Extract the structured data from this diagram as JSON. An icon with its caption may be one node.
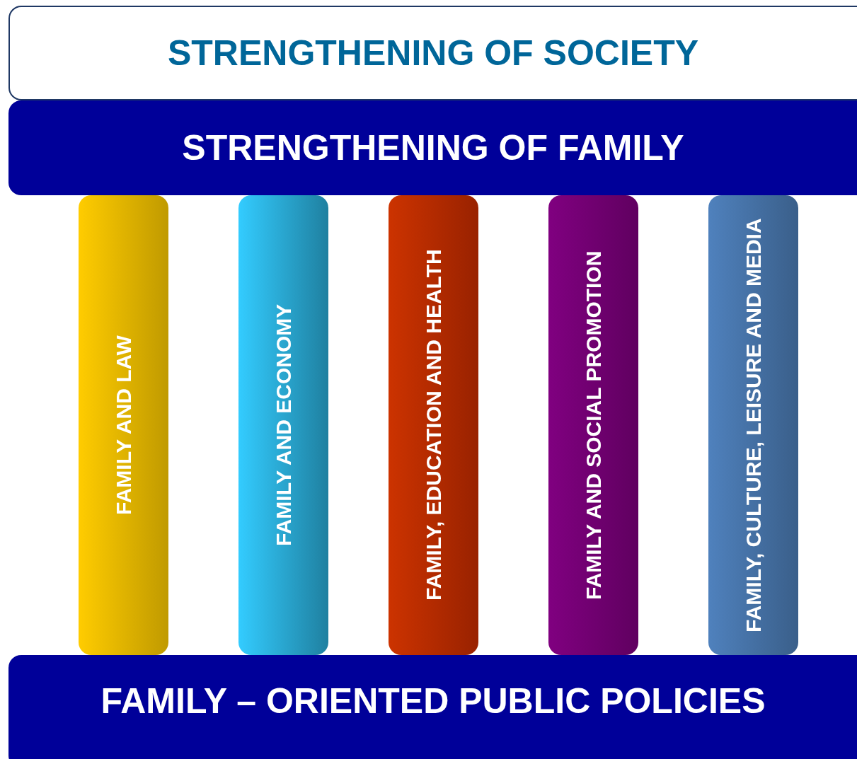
{
  "diagram": {
    "nodes": [
      {
        "text": [
          "STRENGTHENING OF SOCIETY"
        ]
      },
      {
        "text": [
          "STRENGTHENING OF FAMILY"
        ]
      },
      {
        "text": [
          "FAMILY AND LAW"
        ]
      },
      {
        "text": [
          "FAMILY AND ECONOMY"
        ]
      },
      {
        "text": [
          "FAMILY, EDUCATION AND HEALTH"
        ]
      },
      {
        "text": [
          "FAMILY AND SOCIAL PROMOTION"
        ]
      },
      {
        "text": [
          "FAMILY, CULTURE, LEISURE AND MEDIA"
        ]
      },
      {
        "text": [
          "FAMILY – ORIENTED PUBLIC POLICIES"
        ]
      }
    ],
    "edges": []
  }
}
